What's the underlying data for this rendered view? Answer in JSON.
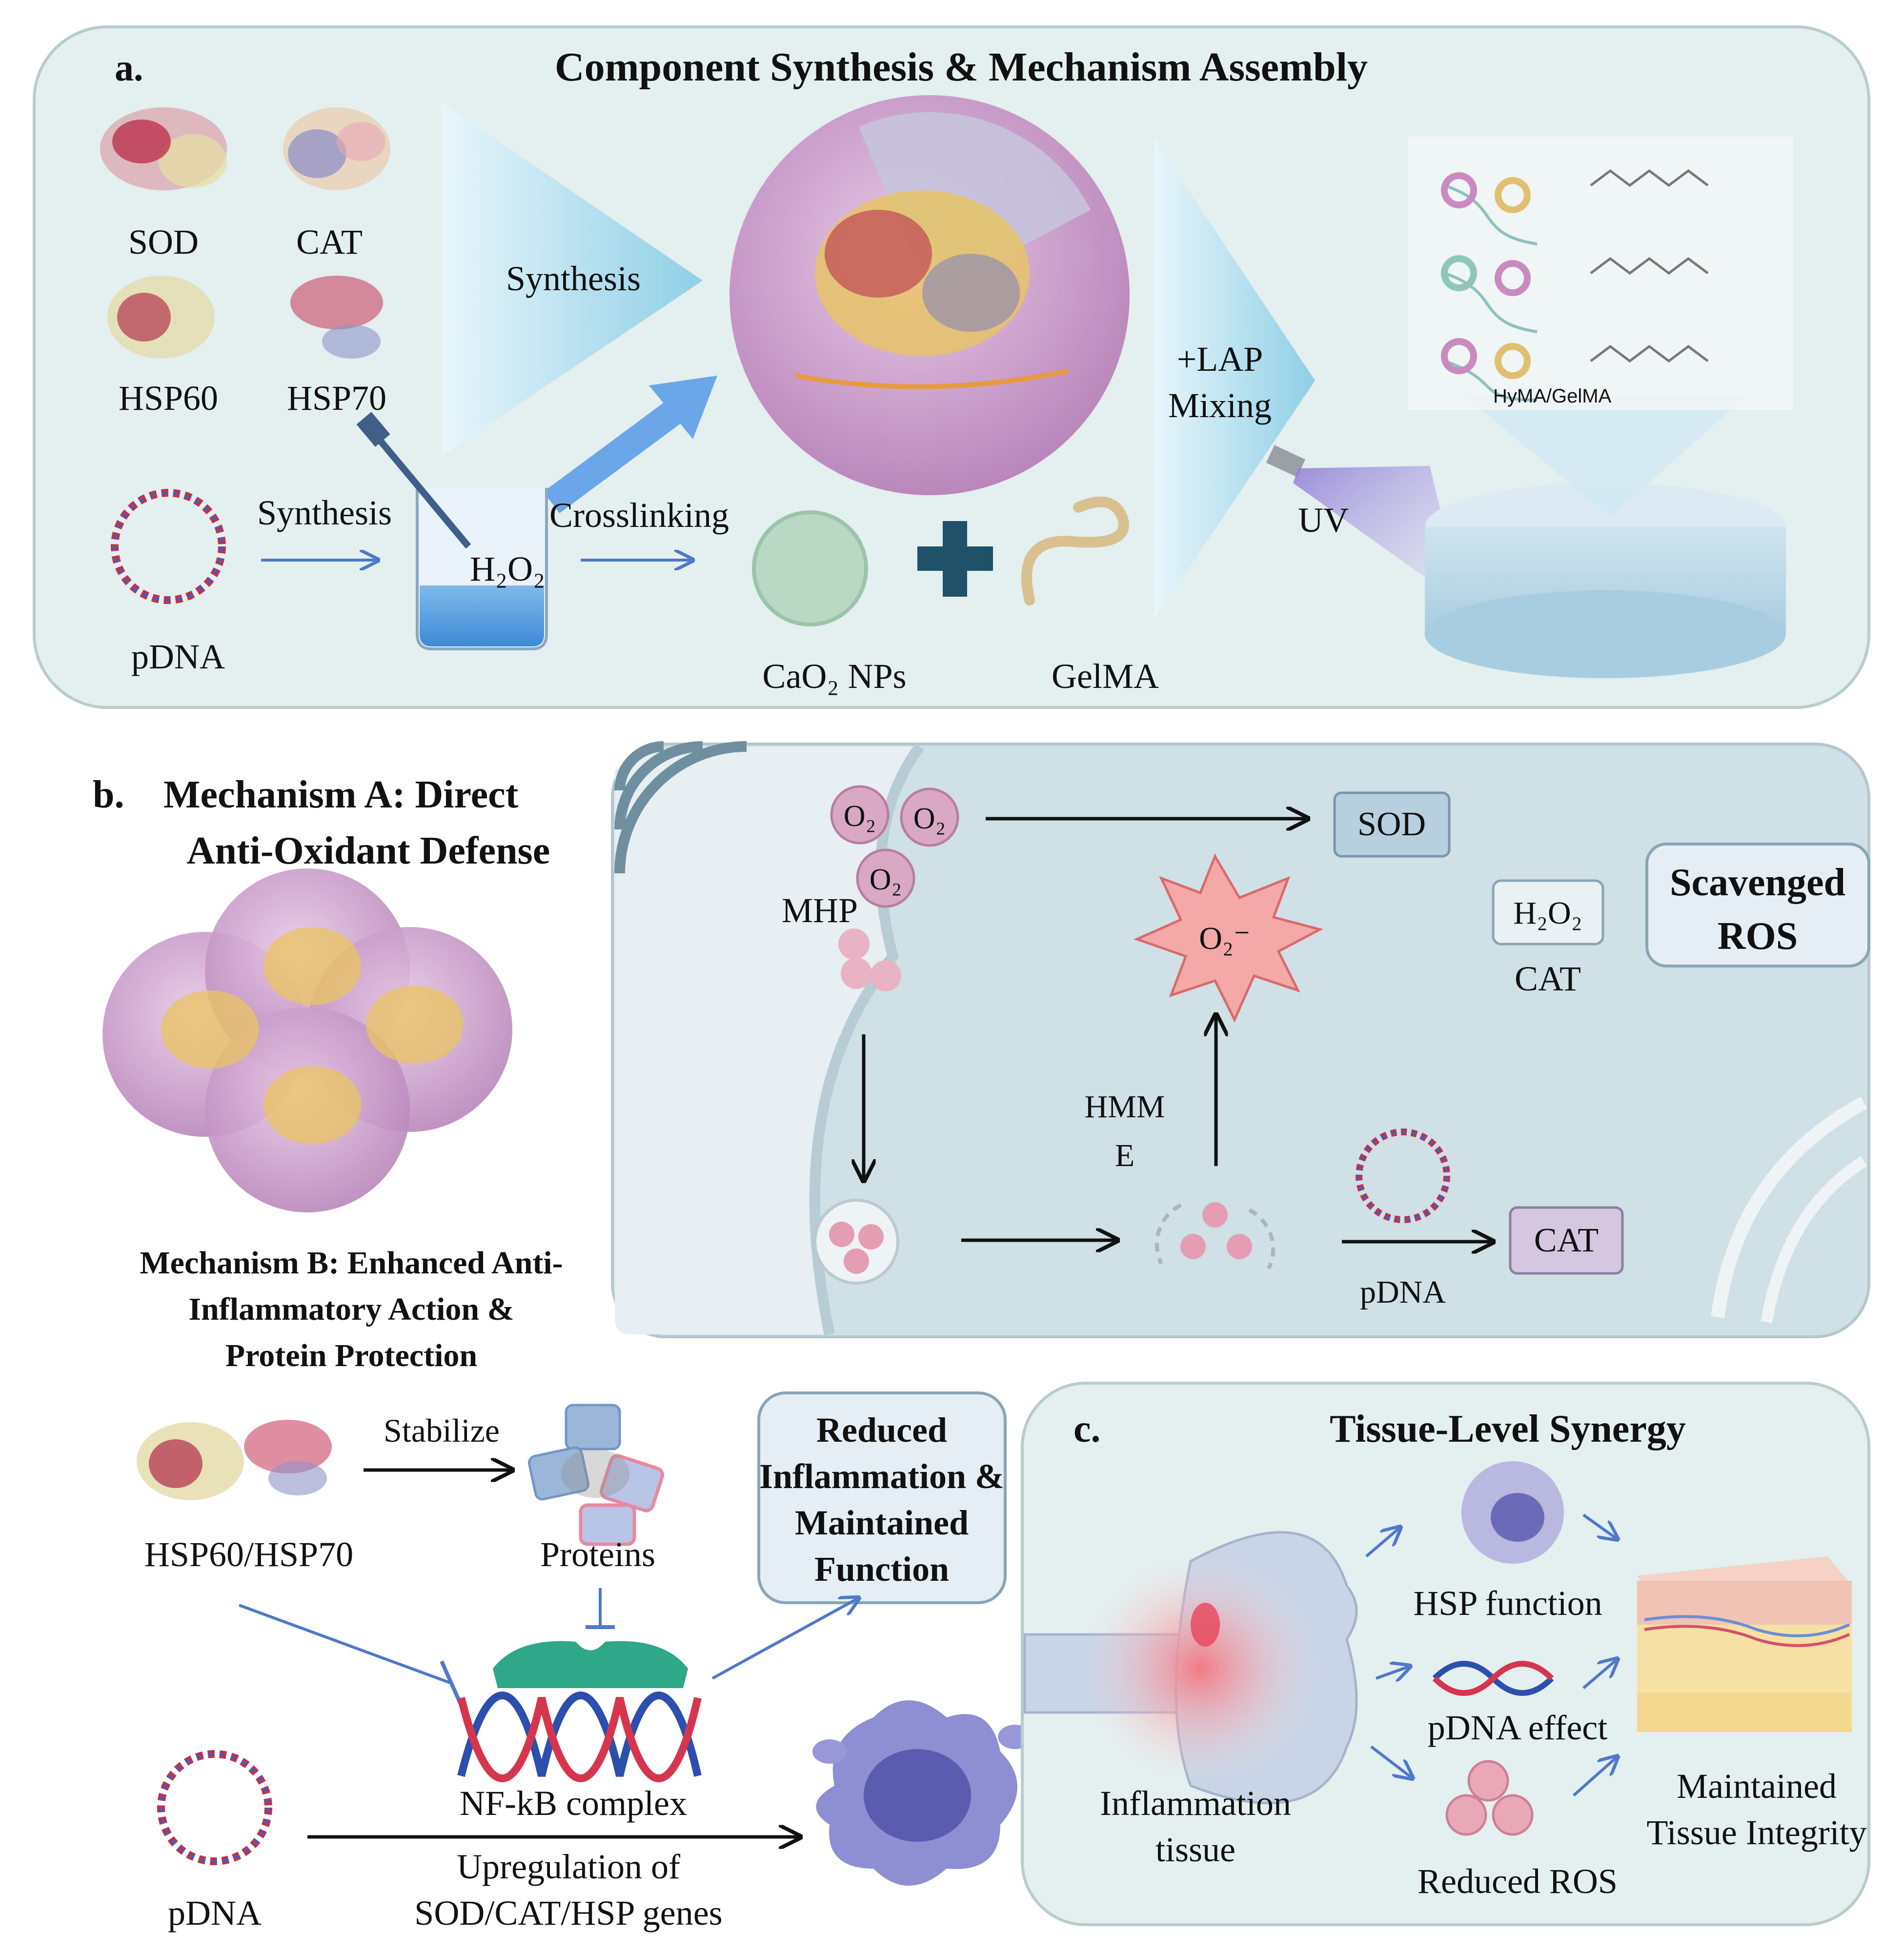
{
  "panel_a": {
    "label": "a.",
    "title": "Component Synthesis & Mechanism Assembly",
    "proteins": [
      "SOD",
      "CAT",
      "HSP60",
      "HSP70"
    ],
    "synthesis_triangle": "Synthesis",
    "pdna": "pDNA",
    "synthesis_arrow": "Synthesis",
    "h2o2": "H₂O₂",
    "crosslinking": "Crosslinking",
    "cao2": "CaO₂ NPs",
    "gelma": "GelMA",
    "lap_line1": "+LAP",
    "lap_line2": "Mixing",
    "uv": "UV",
    "hydrogel_label": "HyMA/GelMA"
  },
  "panel_b": {
    "label": "b.",
    "title_line1": "Mechanism A: Direct",
    "title_line2": "Anti-Oxidant Defense",
    "o2": "O₂",
    "mhp": "MHP",
    "sod_box": "SOD",
    "superoxide": "O₂⁻",
    "h2o2_box": "H₂O₂",
    "cat_under": "CAT",
    "scavenged_line1": "Scavenged",
    "scavenged_line2": "ROS",
    "hmme_line1": "HMM",
    "hmme_line2": "E",
    "cat_box": "CAT",
    "pdna": "pDNA",
    "mech_b_line1": "Mechanism B: Enhanced Anti-",
    "mech_b_line2": "Inflammatory Action &",
    "mech_b_line3": "Protein Protection",
    "stabilize": "Stabilize",
    "hsp": "HSP60/HSP70",
    "proteins": "Proteins",
    "reduced_line1": "Reduced",
    "reduced_line2": "Inflammation &",
    "reduced_line3": "Maintained",
    "reduced_line4": "Function",
    "nfkb": "NF-kB complex",
    "pdna_bottom": "pDNA",
    "upreg_line1": "Upregulation of",
    "upreg_line2": "SOD/CAT/HSP genes"
  },
  "panel_c": {
    "label": "c.",
    "title": "Tissue-Level Synergy",
    "hsp_function": "HSP function",
    "pdna_effect": "pDNA effect",
    "reduced_ros": "Reduced ROS",
    "inflam_line1": "Inflammation",
    "inflam_line2": "tissue",
    "maint_line1": "Maintained",
    "maint_line2": "Tissue Integrity"
  },
  "colors": {
    "panel_bg": "#e4efef",
    "panel_border": "#b9cccc",
    "cell_bg": "#cfe0e6",
    "arrow_blue": "#4f79c9",
    "sphere_pink": "#c79ac8",
    "tri_blue": "#a9d8ea"
  }
}
